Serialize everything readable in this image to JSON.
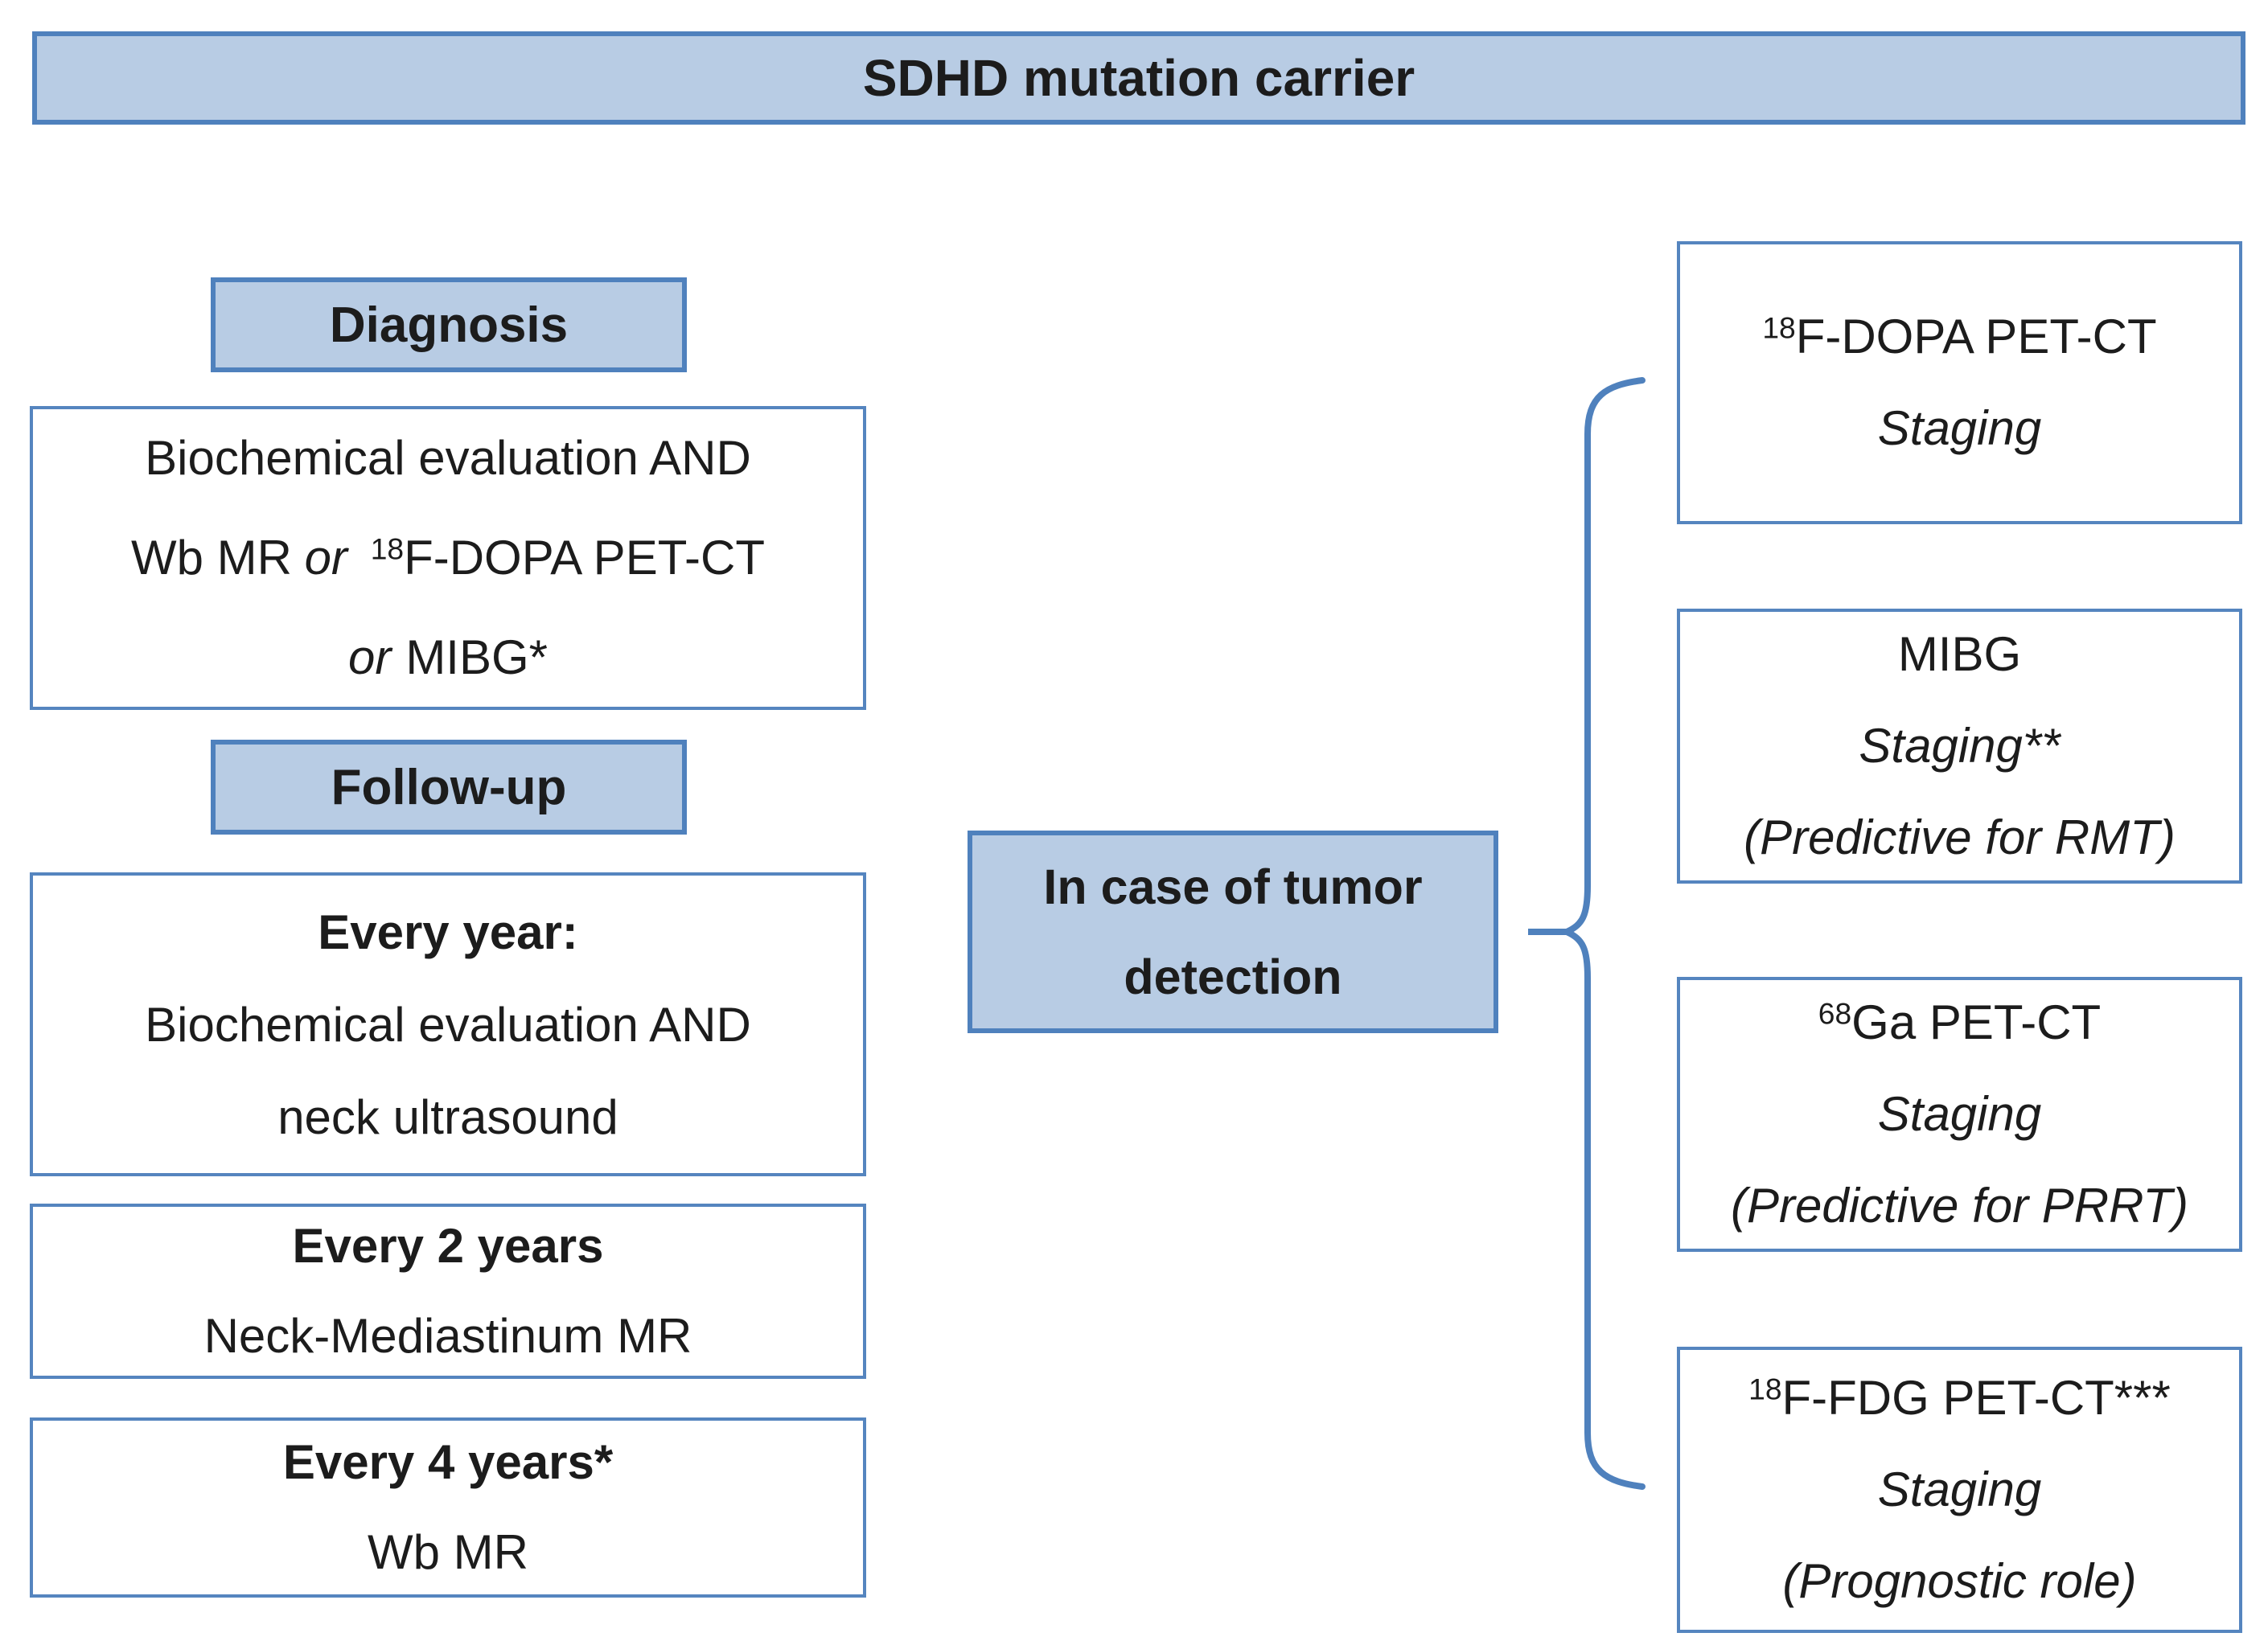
{
  "banner": {
    "title": "SDHD mutation carrier"
  },
  "left_column": {
    "diagnosis_header": "Diagnosis",
    "diagnosis_box": {
      "line1": "Biochemical evaluation AND",
      "line2_pre": "Wb MR",
      "line2_or": "or",
      "line2_sup": "18",
      "line2_post": "F-DOPA PET-CT",
      "line3_or": "or",
      "line3_post": "MIBG*"
    },
    "followup_header": "Follow-up",
    "every_year_box": {
      "title": "Every year:",
      "line2": "Biochemical evaluation AND",
      "line3": "neck ultrasound"
    },
    "every_2_years_box": {
      "title": "Every 2 years",
      "line2": "Neck-Mediastinum MR"
    },
    "every_4_years_box": {
      "title": "Every 4 years*",
      "line2": "Wb MR"
    }
  },
  "middle": {
    "tumor_line1": "In case of tumor",
    "tumor_line2": "detection"
  },
  "right_column": {
    "box1": {
      "sup": "18",
      "title": "F-DOPA PET-CT",
      "line2": "Staging"
    },
    "box2": {
      "title": "MIBG",
      "line2": "Staging**",
      "line3": "(Predictive for RMT)"
    },
    "box3": {
      "sup": "68",
      "title": "Ga PET-CT",
      "line2": "Staging",
      "line3": "(Predictive for PRRT)"
    },
    "box4": {
      "sup": "18",
      "title": "F-FDG PET-CT***",
      "line2": "Staging",
      "line3": "(Prognostic role)"
    }
  },
  "colors": {
    "box_fill": "#b8cce4",
    "border": "#4f81bd",
    "text": "#1c1c1c"
  }
}
